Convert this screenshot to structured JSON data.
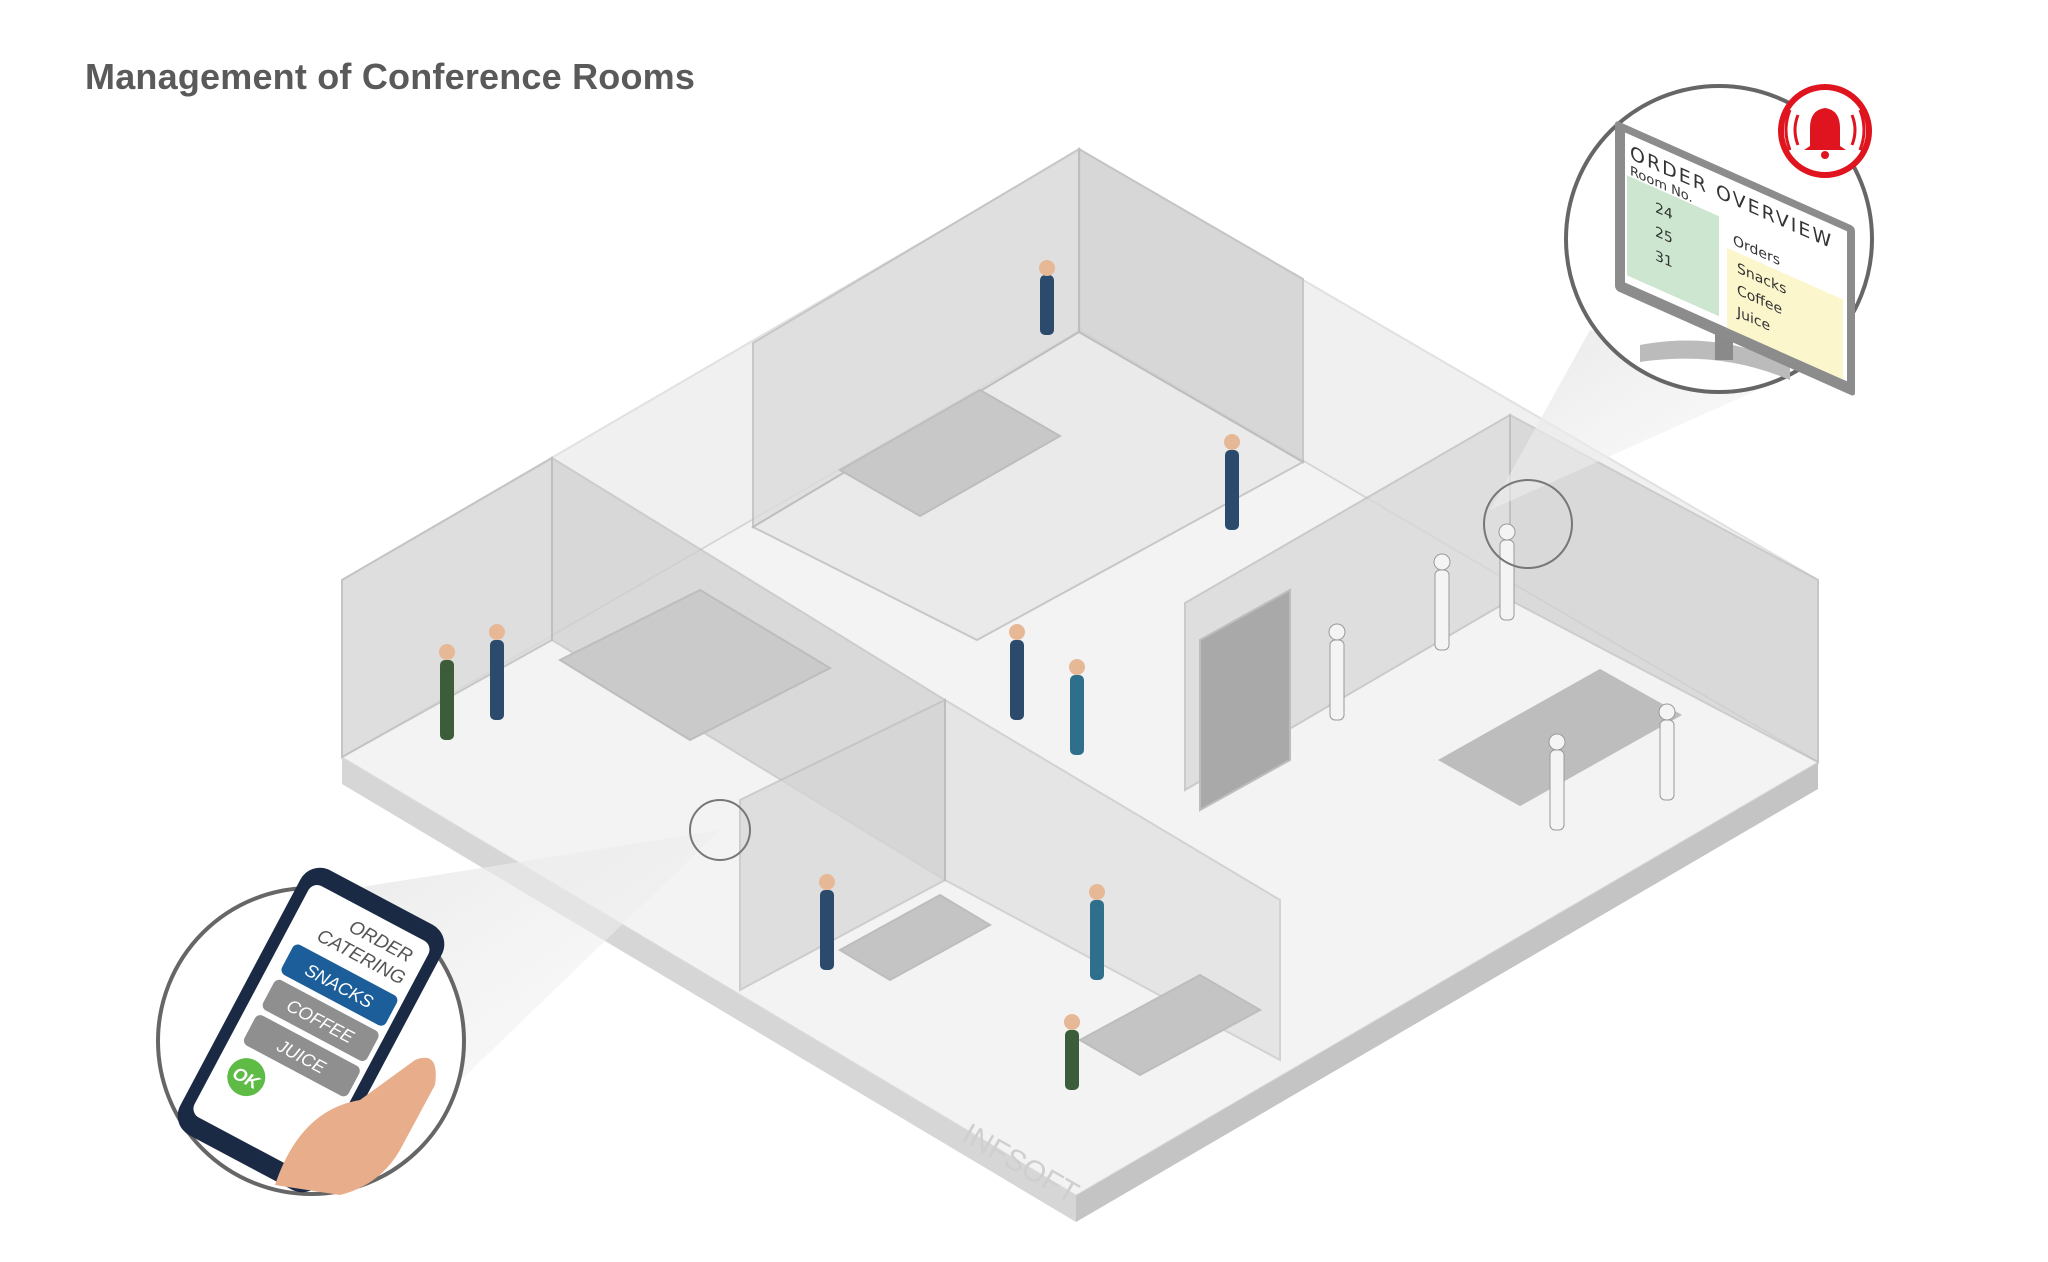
{
  "title": "Management of Conference Rooms",
  "order_overview": {
    "heading": "ORDER OVERVIEW",
    "room_header": "Room No.",
    "orders_header": "Orders",
    "rooms": [
      "24",
      "25",
      "31"
    ],
    "orders": [
      "Snacks",
      "Coffee",
      "Juice"
    ],
    "alert_icon": "bell-alarm-icon",
    "alert_color": "#e0141e",
    "room_bg": "#cde6cf",
    "orders_bg": "#fbf6cc"
  },
  "phone": {
    "heading_line1": "ORDER",
    "heading_line2": "CATERING",
    "options": [
      "SNACKS",
      "COFFEE",
      "JUICE"
    ],
    "selected": "SNACKS",
    "ok_label": "OK",
    "selected_color": "#1c5e9a",
    "ok_color": "#5dbb46"
  },
  "watermark": "INFSOFT"
}
